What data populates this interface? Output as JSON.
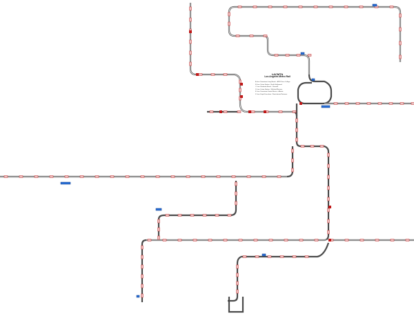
{
  "title": {
    "line1": "LACMTA",
    "line2": "Los Angeles Metro Rail"
  },
  "notes": [
    "A Line: Downtown Long Beach - APU/Citrus College",
    "B Line: Union Station - North Hollywood",
    "C Line: Redondo Beach - Norwalk",
    "D Line: Union Station - Wilshire/Western",
    "E Line: Downtown Santa Monica - Atlantic",
    "K Line: Expo/Crenshaw - Westchester/Veterans"
  ],
  "colors": {
    "track": "#4a4a4a",
    "station": "#c01818",
    "depot": "#2a6fd6"
  }
}
